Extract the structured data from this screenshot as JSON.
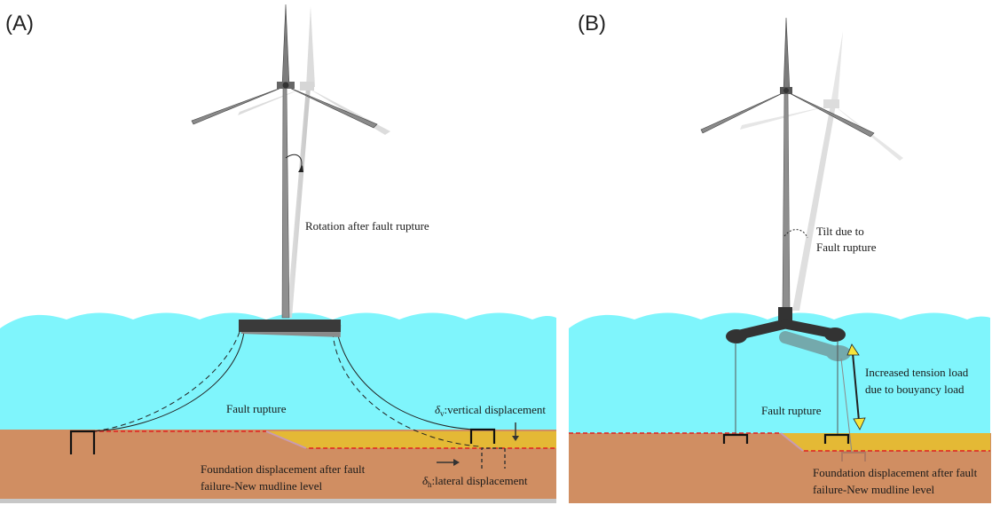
{
  "panels": {
    "a": {
      "letter": "(A)",
      "rotation_label": "Rotation after fault rupture",
      "fault_label": "Fault rupture",
      "vertical_label": "δ",
      "vertical_sub": "v",
      "vertical_text": ":vertical displacement",
      "foundation_line1": "Foundation displacement after fault",
      "foundation_line2": "failure-New mudline level",
      "lateral_label": "δ",
      "lateral_sub": "h",
      "lateral_text": ":lateral displacement"
    },
    "b": {
      "letter": "(B)",
      "tilt_line1": "Tilt due to",
      "tilt_line2": "Fault rupture",
      "tension_line1": "Increased tension load",
      "tension_line2": "due to bouyancy load",
      "fault_label": "Fault rupture",
      "foundation_line1": "Foundation displacement after fault",
      "foundation_line2": "failure-New mudline level"
    }
  },
  "colors": {
    "water": "#7ff5fc",
    "seabed": "#d08e62",
    "displaced_layer": "#e4b935",
    "fault_line": "#e02020",
    "structure": "#3a3a3a",
    "arrow_yellow": "#f6e43a"
  }
}
